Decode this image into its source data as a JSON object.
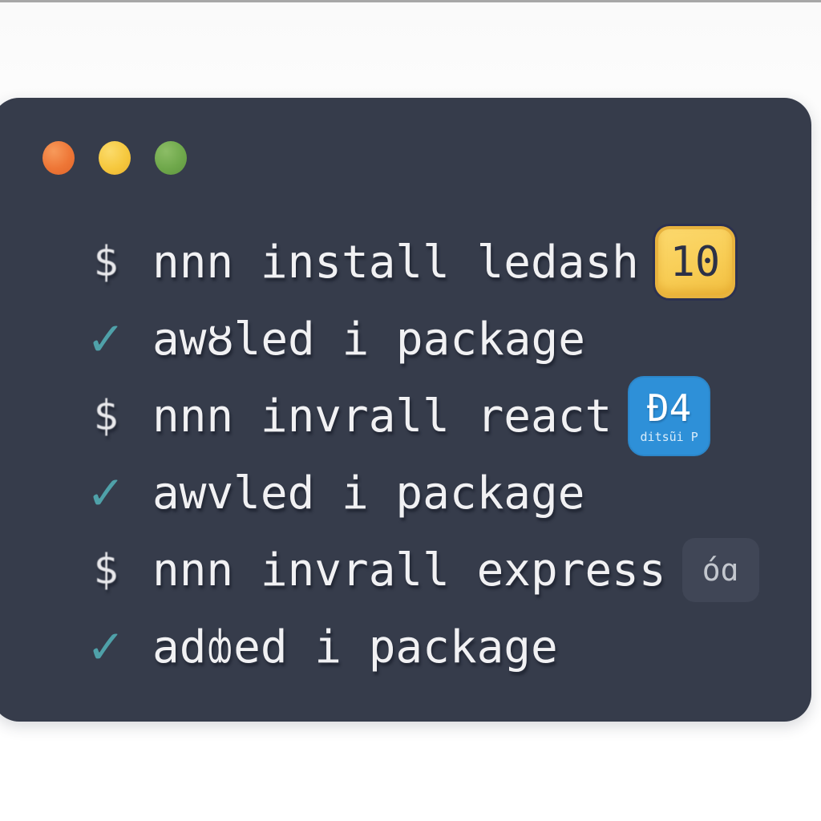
{
  "window": {
    "type": "terminal-window",
    "background_color": "#363c4b",
    "traffic_lights": [
      {
        "name": "close",
        "color": "#ee7636"
      },
      {
        "name": "minimize",
        "color": "#f6c83e"
      },
      {
        "name": "zoom",
        "color": "#6fa84b"
      }
    ]
  },
  "colors": {
    "page_background": "#ffffff",
    "text": "#f1f1f3",
    "check": "#4fa1a9",
    "badge_yellow_bg": "#f8cd55",
    "badge_yellow_text": "#2c3147",
    "badge_blue_bg": "#2e90d8",
    "badge_gray_bg": "#404656"
  },
  "terminal": {
    "lines": [
      {
        "type": "command",
        "prompt": "$",
        "text": "nnn install ledash",
        "badge": {
          "style": "yellow",
          "text": "10"
        }
      },
      {
        "type": "success",
        "icon": "✓",
        "text": "awȣled i package"
      },
      {
        "type": "command",
        "prompt": "$",
        "text": "nnn invrall react",
        "badge": {
          "style": "blue",
          "text": "Ð4",
          "subtext": "ditsũi P"
        }
      },
      {
        "type": "success",
        "icon": "✓",
        "text": "awvled i package"
      },
      {
        "type": "command",
        "prompt": "$",
        "text": "nnn invrall express",
        "badge": {
          "style": "gray",
          "text": "óɑ"
        }
      },
      {
        "type": "success",
        "icon": "✓",
        "text": "adȸed i package"
      }
    ]
  }
}
